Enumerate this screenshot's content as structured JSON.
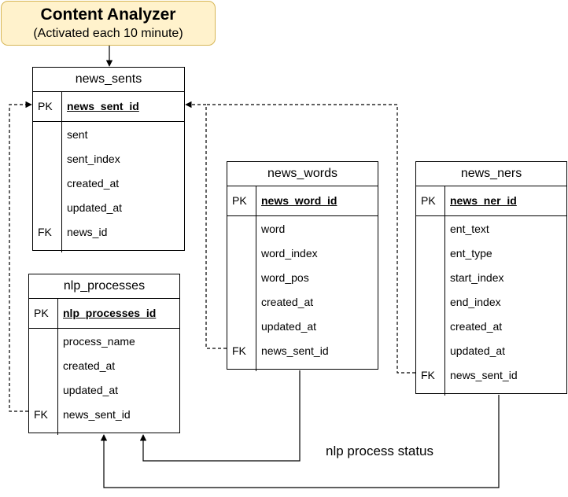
{
  "banner": {
    "title": "Content Analyzer",
    "subtitle": "(Activated each 10 minute)"
  },
  "entities": {
    "news_sents": {
      "name": "news_sents",
      "pk_label": "PK",
      "pk_field": "news_sent_id",
      "fields": [
        "sent",
        "sent_index",
        "created_at",
        "updated_at",
        "news_id"
      ],
      "fk_field": "news_id",
      "fk_label": "FK"
    },
    "nlp_processes": {
      "name": "nlp_processes",
      "pk_label": "PK",
      "pk_field": "nlp_processes_id",
      "fields": [
        "process_name",
        "created_at",
        "updated_at",
        "news_sent_id"
      ],
      "fk_field": "news_sent_id",
      "fk_label": "FK"
    },
    "news_words": {
      "name": "news_words",
      "pk_label": "PK",
      "pk_field": "news_word_id",
      "fields": [
        "word",
        "word_index",
        "word_pos",
        "created_at",
        "updated_at",
        "news_sent_id"
      ],
      "fk_field": "news_sent_id",
      "fk_label": "FK"
    },
    "news_ners": {
      "name": "news_ners",
      "pk_label": "PK",
      "pk_field": "news_ner_id",
      "fields": [
        "ent_text",
        "ent_type",
        "start_index",
        "end_index",
        "created_at",
        "updated_at",
        "news_sent_id"
      ],
      "fk_field": "news_sent_id",
      "fk_label": "FK"
    }
  },
  "edge_label": "nlp process status",
  "colors": {
    "banner_fill": "#fff2cc",
    "banner_border": "#d6b656",
    "line": "#000000"
  }
}
